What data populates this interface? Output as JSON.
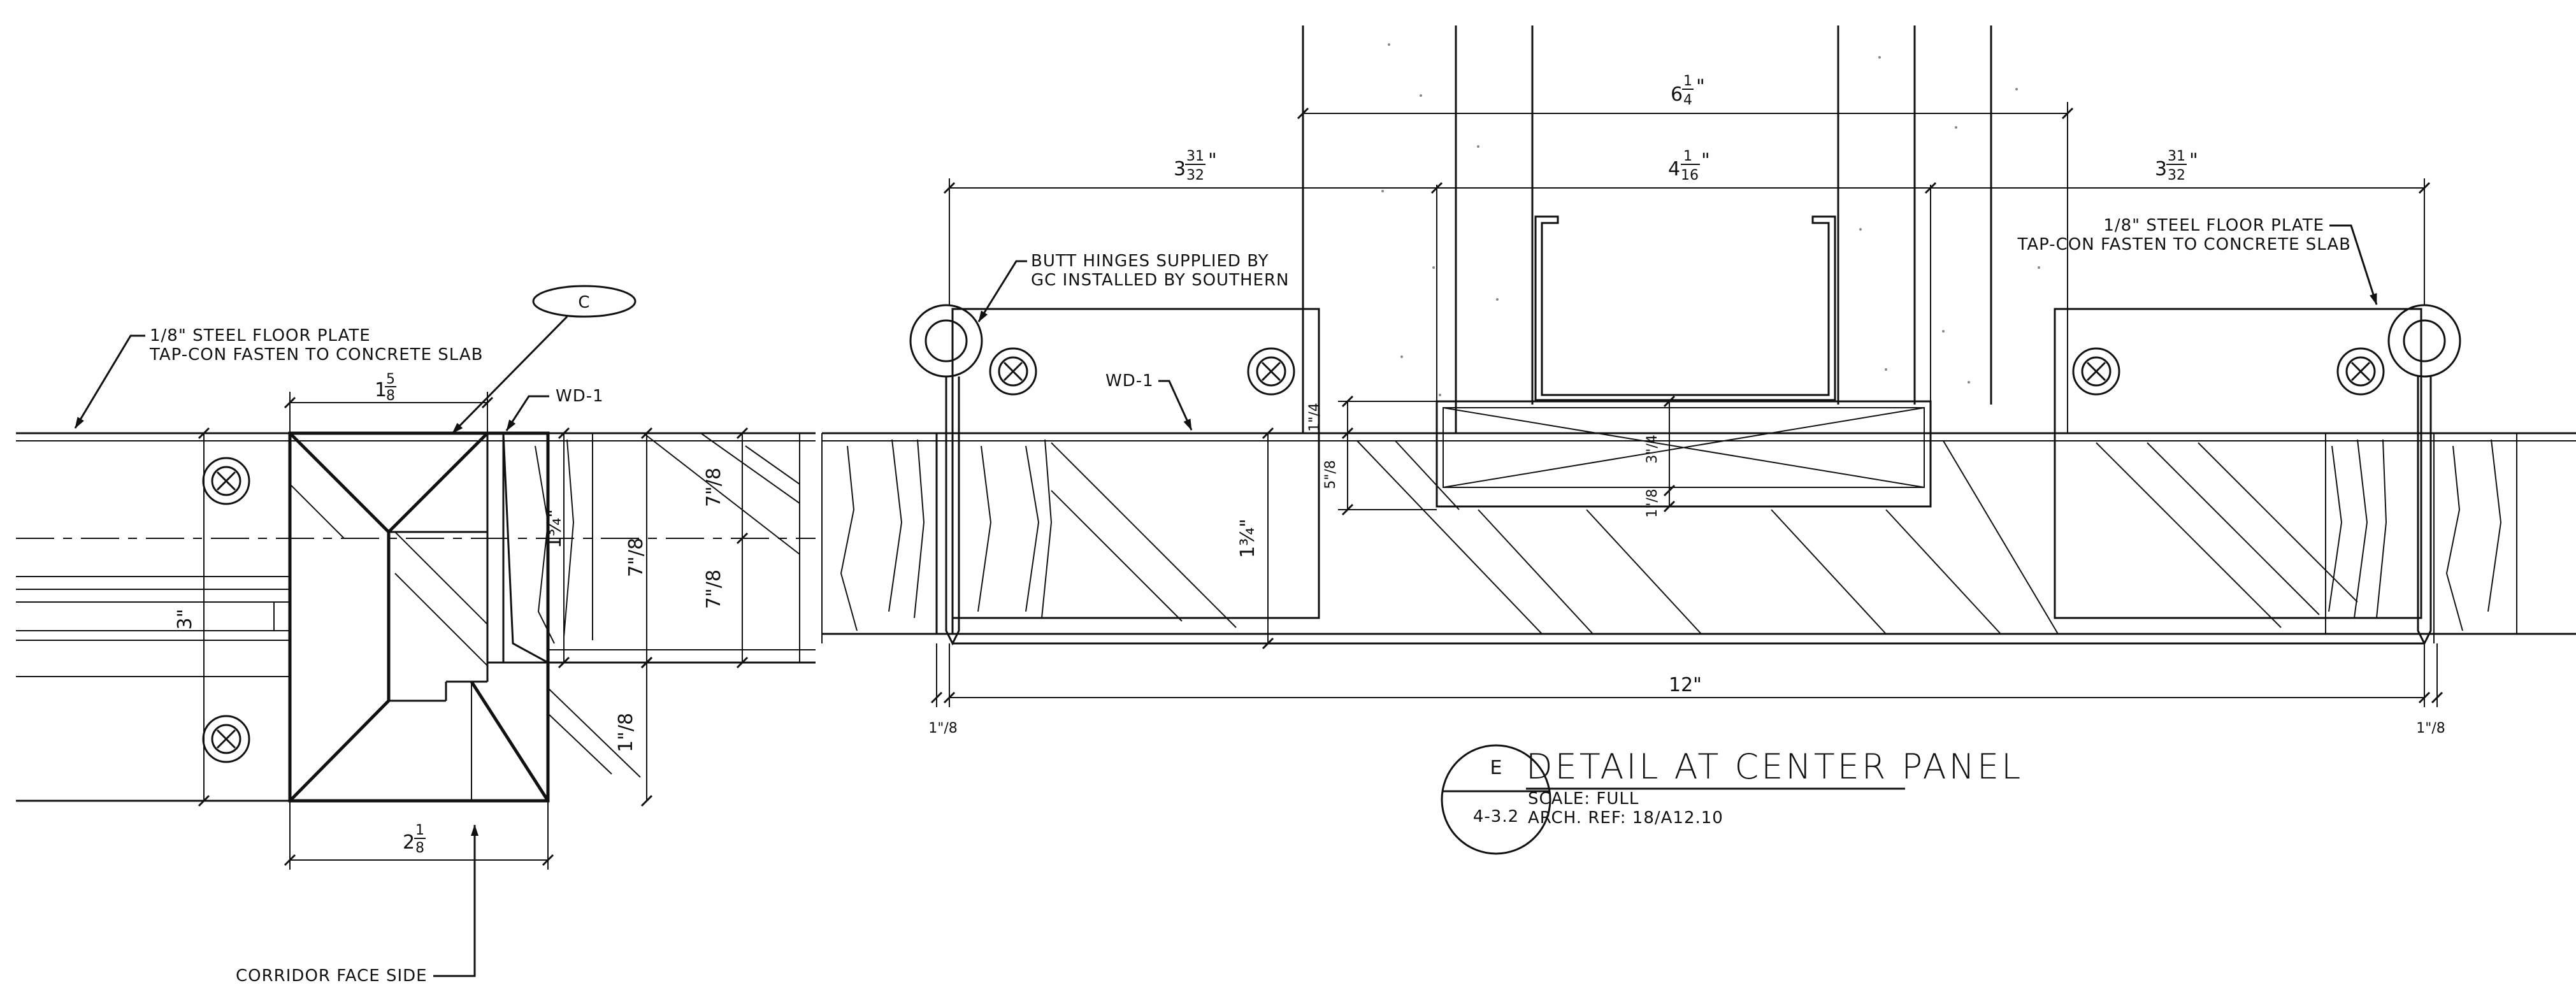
{
  "notes": {
    "floor_plate_left_1": "1/8\" STEEL FLOOR PLATE",
    "floor_plate_left_2": "TAP-CON FASTEN TO CONCRETE SLAB",
    "floor_plate_right_1": "1/8\" STEEL FLOOR PLATE",
    "floor_plate_right_2": "TAP-CON FASTEN TO CONCRETE SLAB",
    "hinges_1": "BUTT HINGES SUPPLIED BY",
    "hinges_2": "GC INSTALLED BY SOUTHERN",
    "wd1_left": "WD-1",
    "wd1_center": "WD-1",
    "corridor": "CORRIDOR FACE SIDE",
    "callout_c": "C"
  },
  "dimensions": {
    "d_1_5_8": {
      "whole": "1",
      "num": "5",
      "den": "8"
    },
    "d_2_1_8": {
      "whole": "2",
      "num": "1",
      "den": "8"
    },
    "d_3": "3\"",
    "d_1_3_4_a": {
      "whole": "1",
      "num": "3",
      "den": "4"
    },
    "d_7_8_a": "7\"/8",
    "d_7_8_b": "7\"/8",
    "d_7_8_c": "7\"/8",
    "d_1_8_a": "1\"/8",
    "d_6_1_4": {
      "whole": "6",
      "num": "1",
      "den": "4"
    },
    "d_3_31_32_l": {
      "whole": "3",
      "num": "31",
      "den": "32"
    },
    "d_3_31_32_r": {
      "whole": "3",
      "num": "31",
      "den": "32"
    },
    "d_4_1_16": {
      "whole": "4",
      "num": "1",
      "den": "16"
    },
    "d_1_4": "1\"/4",
    "d_5_8": "5\"/8",
    "d_3_4": "3\"/4",
    "d_1_8_b": "1\"/8",
    "d_1_3_4_b": {
      "whole": "1",
      "num": "3",
      "den": "4"
    },
    "d_12": "12\"",
    "d_1_8_l": "1\"/8",
    "d_1_8_r": "1\"/8"
  },
  "title_block": {
    "detail_letter": "E",
    "sheet_ref": "4-3.2",
    "title": "DETAIL AT CENTER PANEL",
    "scale": "SCALE: FULL",
    "arch_ref": "ARCH. REF: 18/A12.10"
  },
  "icons": [
    "screw-head-icon",
    "hinge-knuckle-icon",
    "callout-bubble-icon",
    "leader-arrow-icon"
  ]
}
